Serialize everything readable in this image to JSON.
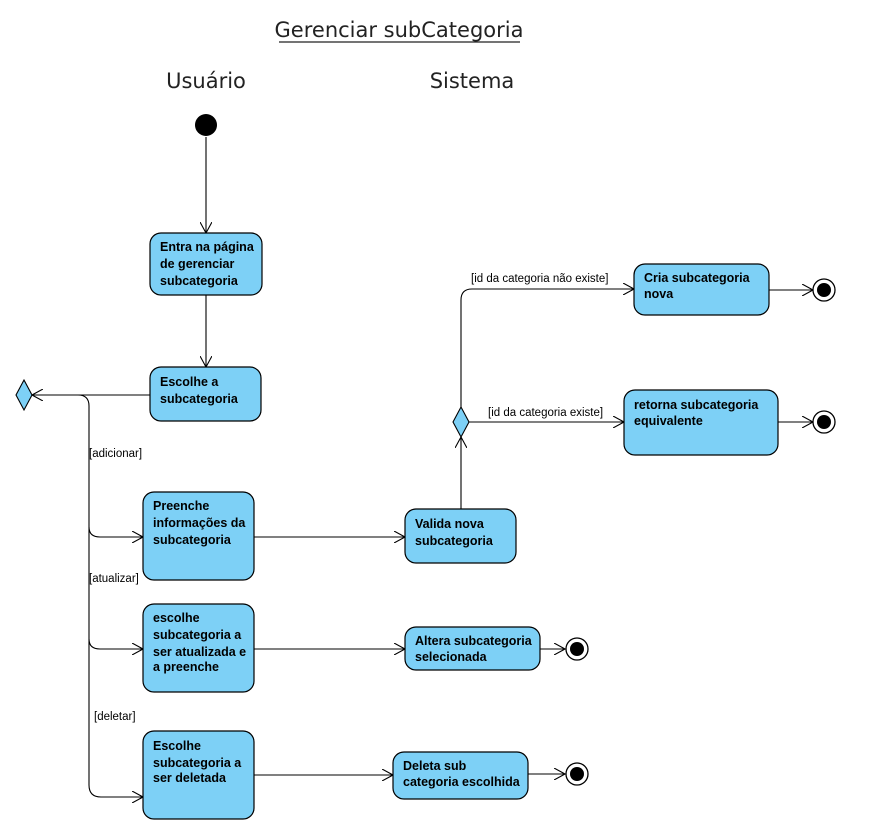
{
  "title": "Gerenciar subCategoria",
  "lanes": {
    "user": "Usuário",
    "system": "Sistema"
  },
  "colors": {
    "box_fill": "#7DD0F6",
    "stroke": "#000000",
    "decision_fill": "#7DD0F6"
  },
  "activities": {
    "entra": [
      "Entra na página",
      "de gerenciar",
      "subcategoria"
    ],
    "escolhe": [
      "Escolhe a",
      "subcategoria"
    ],
    "preenche": [
      "Preenche",
      "informações da",
      "subcategoria"
    ],
    "atualiza": [
      "escolhe",
      "subcategoria  a",
      "ser atualizada e",
      "a preenche"
    ],
    "deletar": [
      "Escolhe",
      "subcategoria a",
      "ser deletada"
    ],
    "valida": [
      "Valida nova",
      "subcategoria"
    ],
    "altera": [
      "Altera subcategoria",
      "selecionada"
    ],
    "deleta": [
      "Deleta sub",
      "categoria escolhida"
    ],
    "cria": [
      "Cria subcategoria",
      "nova"
    ],
    "retorna": [
      "retorna subcategoria",
      "equivalente"
    ]
  },
  "guards": {
    "adicionar": "[adicionar]",
    "atualizar": "[atualizar]",
    "deletar": "[deletar]",
    "nao_existe": "[id da categoria não existe]",
    "existe": "[id da categoria existe]"
  }
}
